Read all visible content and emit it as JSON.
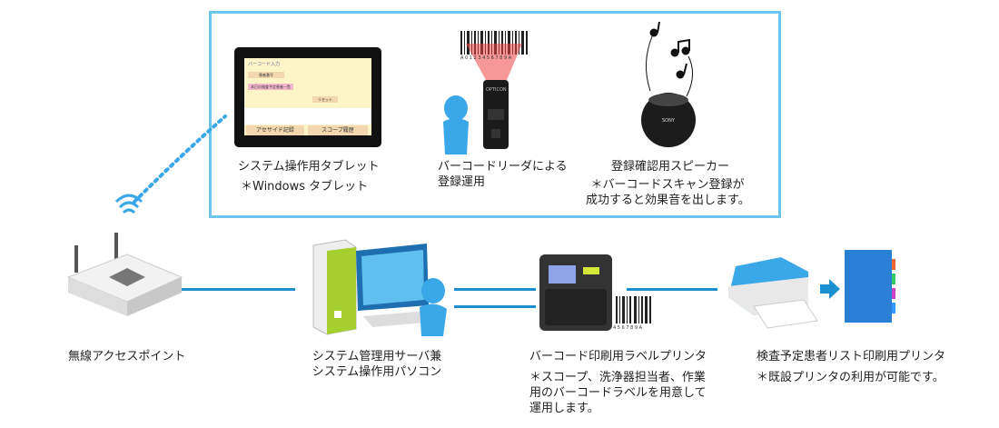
{
  "colors": {
    "frame": "#6cc5ec",
    "connector": "#1b8fd0",
    "person": "#3aa8e8"
  },
  "tablet": {
    "label": "システム操作用タブレット",
    "note": "＊Windows タブレット",
    "screen": {
      "barcode_input": "バーコード入力",
      "patient_button": "患者番号",
      "list_button": "本日の検査予定患者一覧",
      "reset": "リセット",
      "bottom_left": "アセサイド記録",
      "bottom_right": "スコープ履歴"
    }
  },
  "reader": {
    "label_line1": "バーコードリーダによる",
    "label_line2": "登録運用",
    "barcode_text": "A 0 1 2 3 4 5 6 7 8 9 A",
    "brand": "OPTICON",
    "icon": "barcode-reader-icon"
  },
  "speaker": {
    "label": "登録確認用スピーカー",
    "note_line1": "＊バーコードスキャン登録が",
    "note_line2": "成功すると効果音を出します。",
    "brand": "SONY",
    "icon": "speaker-icon"
  },
  "access_point": {
    "label": "無線アクセスポイント",
    "icon": "wireless-router-icon"
  },
  "server_pc": {
    "label_line1": "システム管理用サーバ兼",
    "label_line2": "システム操作用パソコン",
    "icon": "desktop-pc-icon"
  },
  "label_printer": {
    "label": "バーコード印刷用ラベルプリンタ",
    "note_line1": "＊スコープ、洗浄器担当者、作業",
    "note_line2": "用のバーコードラベルを用意して",
    "note_line3": "運用します。",
    "barcode_text": "4 5 6 7 8 9 A",
    "icon": "label-printer-icon"
  },
  "list_printer": {
    "label": "検査予定患者リスト印刷用プリンタ",
    "note": "＊既設プリンタの利用が可能です。",
    "icon": "printer-icon"
  }
}
